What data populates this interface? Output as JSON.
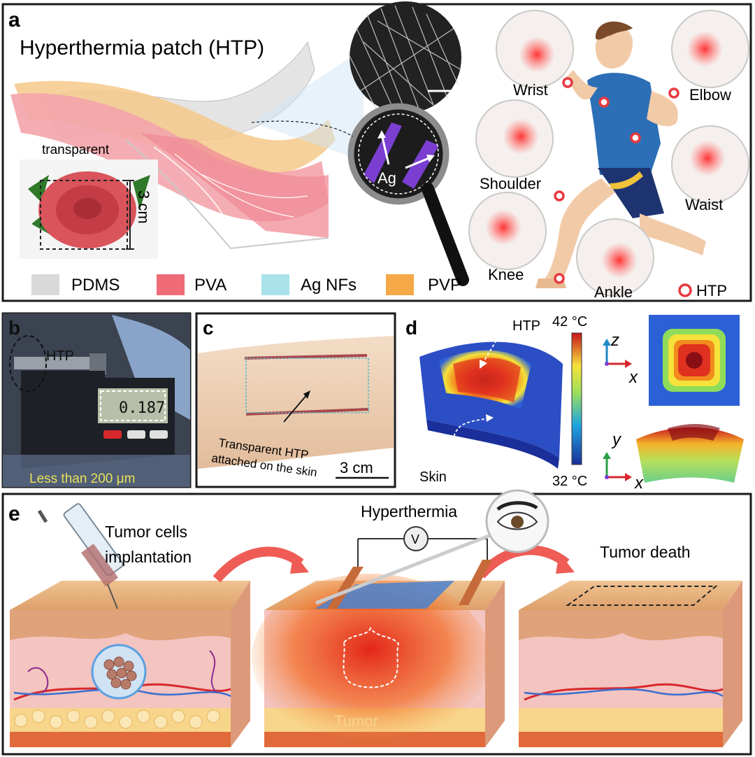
{
  "panels": {
    "a": {
      "letter": "a",
      "title": "Hyperthermia patch (HTP)",
      "transparent": "transparent",
      "scale_3cm": "3 cm",
      "ag": "Ag",
      "legend": [
        {
          "label": "PDMS",
          "color": "#d9d9d9"
        },
        {
          "label": "PVA",
          "color": "#ef6b78"
        },
        {
          "label": "Ag NFs",
          "color": "#a9e2ea"
        },
        {
          "label": "PVP",
          "color": "#f4a847"
        }
      ],
      "sites": [
        "Wrist",
        "Elbow",
        "Shoulder",
        "Waist",
        "Knee",
        "Ankle"
      ],
      "htp_marker": "HTP"
    },
    "b": {
      "letter": "b",
      "htp": "HTP",
      "reading": "0.187",
      "thickness": "Less than 200 μm"
    },
    "c": {
      "letter": "c",
      "caption_line1": "Transparent HTP",
      "caption_line2": "attached on the skin",
      "scale": "3 cm"
    },
    "d": {
      "letter": "d",
      "htp": "HTP",
      "skin": "Skin",
      "t_max": "42 °C",
      "t_min": "32 °C",
      "ax_z": "z",
      "ax_x1": "x",
      "ax_y": "y",
      "ax_x2": "x"
    },
    "e": {
      "letter": "e",
      "step1_line1": "Tumor cells",
      "step1_line2": "implantation",
      "step2": "Hyperthermia",
      "voltmeter": "V",
      "tumor": "Tumor",
      "step3": "Tumor death"
    }
  },
  "colors": {
    "accent_red": "#e8393f",
    "border": "#1a1a1a",
    "skin_top": "#e9b98c",
    "skin_mid": "#f3c4c0",
    "fat": "#f7d58a",
    "tissue": "#e06a3a"
  }
}
